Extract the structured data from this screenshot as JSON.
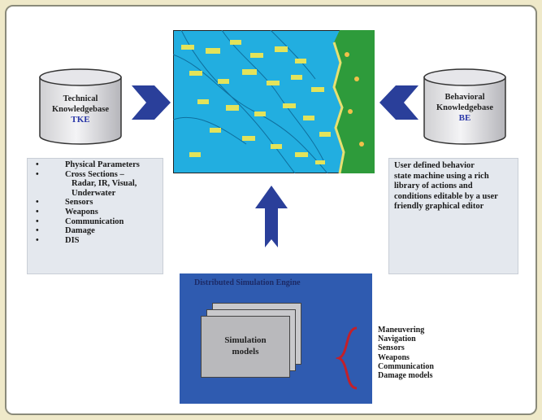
{
  "tke": {
    "line1": "Technical",
    "line2": "Knowledgebase",
    "abbr": "TKE",
    "items": [
      {
        "text": "Physical Parameters",
        "bullet": true
      },
      {
        "text": "Cross Sections –",
        "bullet": true
      },
      {
        "text": "Radar, IR, Visual,",
        "bullet": false
      },
      {
        "text": "Underwater",
        "bullet": false
      },
      {
        "text": "Sensors",
        "bullet": true
      },
      {
        "text": "Weapons",
        "bullet": true
      },
      {
        "text": "Communication",
        "bullet": true
      },
      {
        "text": "Damage",
        "bullet": true
      },
      {
        "text": "DIS",
        "bullet": true
      }
    ]
  },
  "be": {
    "line1": "Behavioral",
    "line2": "Knowledgebase",
    "abbr": "BE",
    "desc_lines": [
      "User defined behavior",
      "state machine using a rich",
      "library of actions and",
      "conditions editable by a user",
      "friendly graphical editor"
    ]
  },
  "engine": {
    "title": "Distributed Simulation Engine",
    "card_line1": "Simulation",
    "card_line2": "models"
  },
  "models": [
    "Maneuvering",
    "Navigation",
    "Sensors",
    "Weapons",
    "Communication",
    "Damage models"
  ],
  "colors": {
    "background": "#efe9c9",
    "arrow": "#2a3f9a",
    "engine": "#2f5bb0",
    "sea": "#22aee0",
    "land": "#2e9b3b",
    "brace": "#c2202a"
  }
}
